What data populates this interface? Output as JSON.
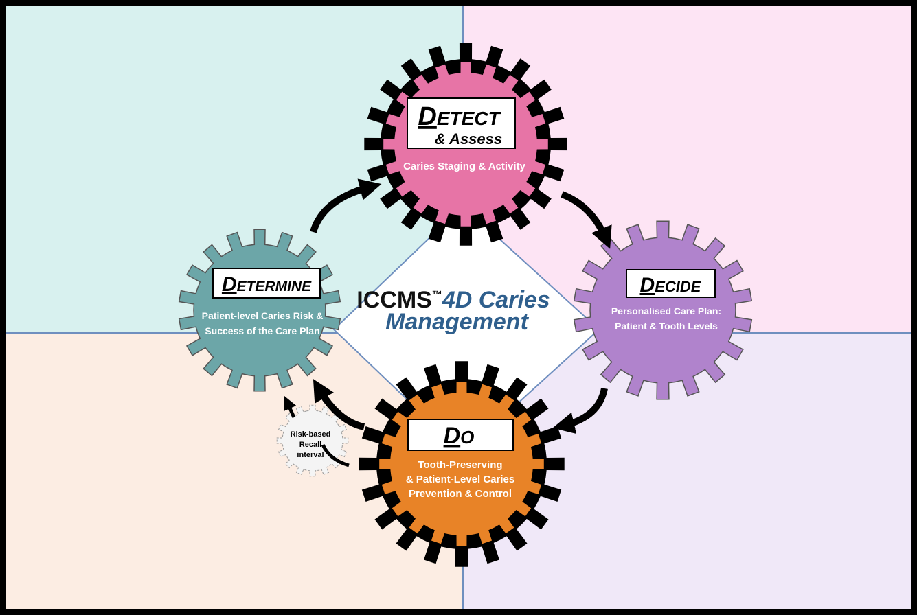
{
  "center": {
    "brand": "ICCMS",
    "trademark": "™",
    "accent": "4D Caries",
    "line2": "Management"
  },
  "gears": {
    "detect": {
      "title_first": "D",
      "title_rest": "ETECT",
      "subtitle": "& Assess",
      "line1": "Caries Staging & Activity",
      "color": "#e774a6"
    },
    "decide": {
      "title_first": "D",
      "title_rest": "ECIDE",
      "line1": "Personalised Care Plan:",
      "line2": "Patient & Tooth Levels",
      "color": "#b083cc"
    },
    "do": {
      "title_first": "D",
      "title_rest": "O",
      "line1": "Tooth-Preserving",
      "line2": "& Patient-Level Caries",
      "line3": "Prevention  & Control",
      "color": "#e88327"
    },
    "determine": {
      "title_first": "D",
      "title_rest": "ETERMINE",
      "line1": "Patient-level Caries Risk  &",
      "line2": "Success of the Care Plan",
      "color": "#6ca6a8"
    },
    "recall": {
      "line1": "Risk-based",
      "line2": "Recall",
      "line3": "interval"
    }
  },
  "colors": {
    "quadrant_top_left": "#d8f1ef",
    "quadrant_top_right": "#fde4f4",
    "quadrant_bottom_left": "#fcede3",
    "quadrant_bottom_right": "#f0e8f8",
    "accent_text": "#2f5f8d",
    "label_text": "#ffffff"
  }
}
